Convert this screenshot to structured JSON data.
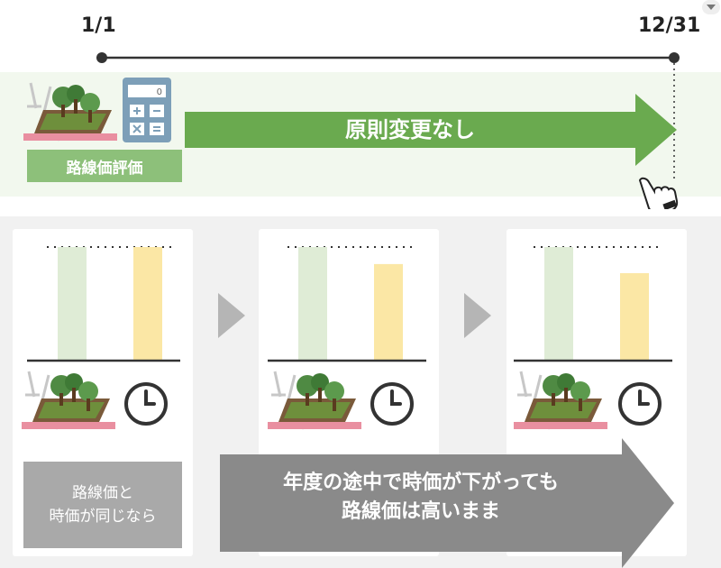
{
  "timeline": {
    "start_label": "1/1",
    "end_label": "12/31"
  },
  "top": {
    "label": "路線価評価",
    "arrow_text": "原則変更なし",
    "calculator_display": "0"
  },
  "bottom": {
    "left_label_line1": "路線価と",
    "left_label_line2": "時価が同じなら",
    "arrow_line1": "年度の途中で時価が下がっても",
    "arrow_line2": "路線価は高いまま"
  },
  "chart_data": {
    "type": "bar",
    "categories": [
      "路線価",
      "時価"
    ],
    "series": [
      {
        "values": [
          100,
          100
        ]
      },
      {
        "values": [
          100,
          85
        ]
      },
      {
        "values": [
          100,
          77
        ]
      }
    ],
    "ylim": [
      0,
      100
    ]
  },
  "colors": {
    "green": "#6aaa4f",
    "light_green_bar": "#dfecd6",
    "yellow_bar": "#fbe7a5",
    "gray_arrow": "#8a8a8a",
    "pink": "#e98fa0",
    "calculator": "#7d9fb8"
  }
}
